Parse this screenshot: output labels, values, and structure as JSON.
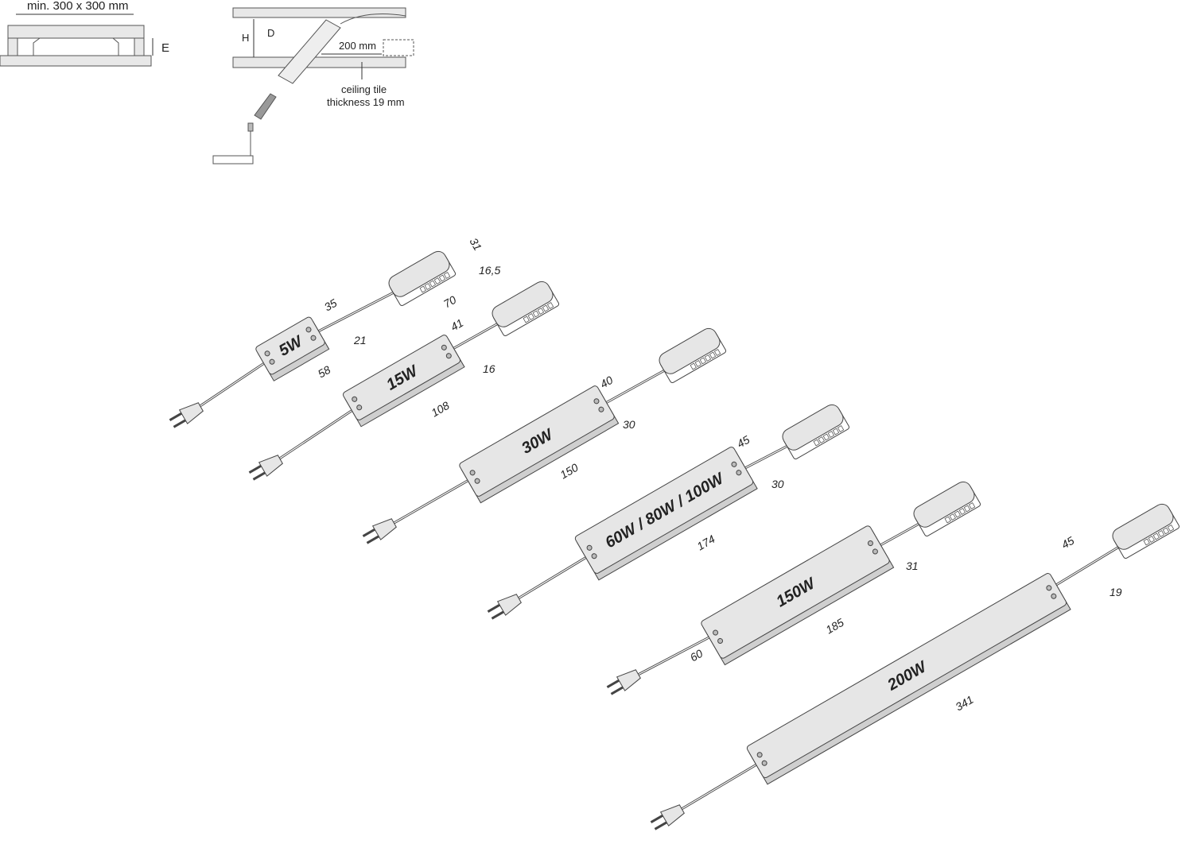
{
  "detail_top_left": {
    "span_label": "min. 300 x 300 mm",
    "height_label": "E"
  },
  "detail_top_middle": {
    "height_label": "H",
    "diameter_label": "D",
    "distance_label": "200 mm",
    "tile_note_line1": "ceiling tile",
    "tile_note_line2": "thickness 19 mm"
  },
  "drivers": [
    {
      "label": "5W",
      "length": "58",
      "height": "21",
      "cable": "35"
    },
    {
      "label": "15W",
      "length": "108",
      "height": "16",
      "cable": "41"
    },
    {
      "label": "30W",
      "length": "150",
      "height": "30",
      "cable": "40"
    },
    {
      "label": "60W / 80W / 100W",
      "length": "174",
      "height": "30",
      "cable": "45"
    },
    {
      "label": "150W",
      "length": "185",
      "height": "31",
      "cable": "60"
    },
    {
      "label": "200W",
      "length": "341",
      "height": "19",
      "cable": "45"
    }
  ],
  "distributor": {
    "width": "31",
    "height": "16,5",
    "length": "70"
  },
  "colors": {
    "line": "#444444",
    "fill": "#e6e6e6",
    "fill_dark": "#cfcfcf"
  }
}
